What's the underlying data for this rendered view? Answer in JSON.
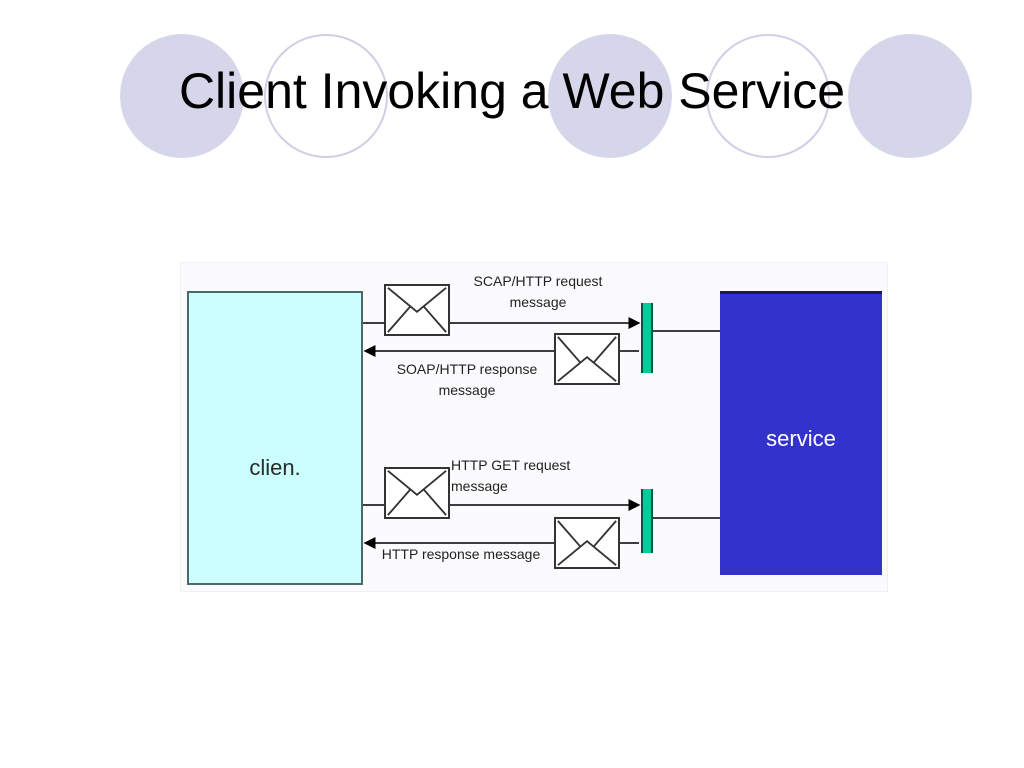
{
  "slide": {
    "title": "Client Invoking a Web Service"
  },
  "diagram": {
    "client_label": "clien.",
    "service_label": "service",
    "messages": {
      "soap_request": [
        "SCAP/HTTP request",
        "message"
      ],
      "soap_response": [
        "SOAP/HTTP response",
        "message"
      ],
      "get_request": [
        "HTTP GET request",
        "message"
      ],
      "http_response": "HTTP response message"
    }
  },
  "colors": {
    "deco_filled": "#d6d6ea",
    "deco_outline": "#cfcfe6",
    "client_fill": "#ccffff",
    "service_fill": "#3333cc",
    "endpoint": "#00cc99"
  }
}
